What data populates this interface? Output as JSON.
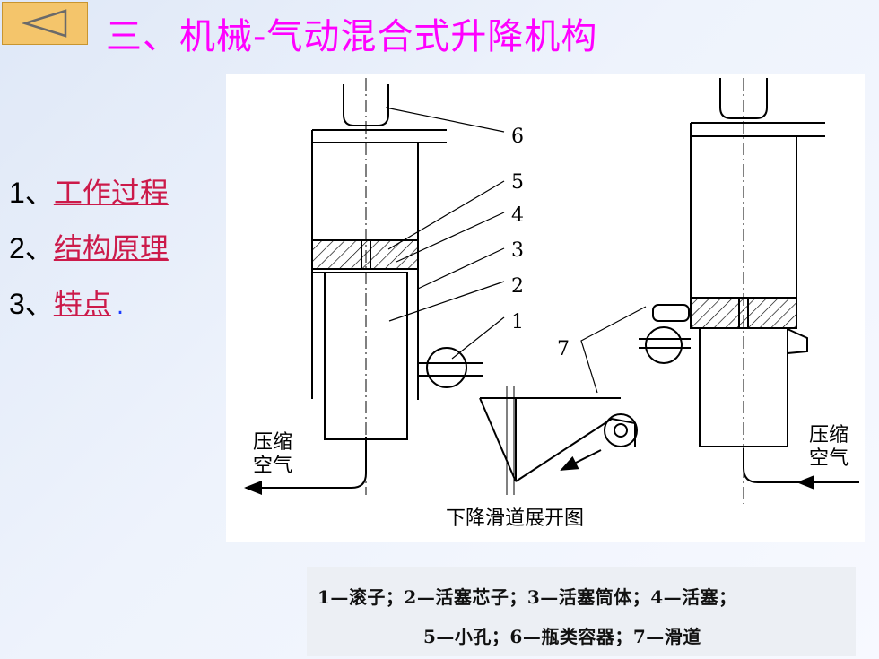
{
  "title": "三、机械-气动混合式升降机构",
  "toc": [
    {
      "number": "1、",
      "label": "工作过程"
    },
    {
      "number": "2、",
      "label": "结构原理"
    },
    {
      "number": "3、",
      "label": "特点"
    }
  ],
  "toc_dot": ".",
  "diagram": {
    "part_labels": [
      "6",
      "5",
      "4",
      "3",
      "2",
      "1",
      "7"
    ],
    "air_label_left": [
      "压缩",
      "空气"
    ],
    "air_label_right": [
      "压缩",
      "空气"
    ],
    "chute_caption": "下降滑道展开图"
  },
  "legend": {
    "line1": "1—滚子；2—活塞芯子；3—活塞筒体；4—活塞；",
    "line2": "5—小孔；6—瓶类容器；7—滑道"
  },
  "colors": {
    "title": "#ff00ff",
    "link": "#cc1a4a",
    "back_button": "#f4c56b"
  }
}
